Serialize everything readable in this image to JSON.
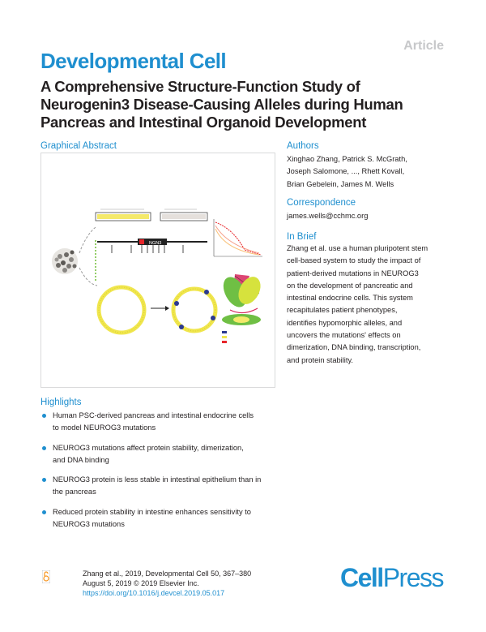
{
  "header": {
    "article_tag": "Article",
    "journal": "Developmental Cell",
    "title_lines": [
      "A Comprehensive Structure-Function Study of",
      "Neurogenin3 Disease-Causing Alleles during Human",
      "Pancreas and Intestinal Organoid Development"
    ]
  },
  "graphical_abstract": {
    "heading": "Graphical Abstract",
    "gene_label": "NGN3"
  },
  "authors": {
    "heading": "Authors",
    "lines": [
      "Xinghao Zhang, Patrick S. McGrath,",
      "Joseph Salomone, ..., Rhett Kovall,",
      "Brian Gebelein, James M. Wells"
    ]
  },
  "correspondence": {
    "heading": "Correspondence",
    "email": "james.wells@cchmc.org"
  },
  "in_brief": {
    "heading": "In Brief",
    "lines": [
      "Zhang et al. use a human pluripotent stem",
      "cell-based system to study the impact of",
      "patient-derived mutations in NEUROG3",
      "on the development of pancreatic and",
      "intestinal endocrine cells. This system",
      "recapitulates patient phenotypes,",
      "identifies hypomorphic alleles, and",
      "uncovers the mutations' effects on",
      "dimerization, DNA binding, transcription,",
      "and protein stability."
    ]
  },
  "highlights": {
    "heading": "Highlights",
    "items": [
      [
        "Human PSC-derived pancreas and intestinal endocrine cells",
        "to model NEUROG3 mutations"
      ],
      [
        "NEUROG3 mutations affect protein stability, dimerization,",
        "and DNA binding"
      ],
      [
        "NEUROG3 protein is less stable in intestinal epithelium than in",
        "the pancreas"
      ],
      [
        "Reduced protein stability in intestine enhances sensitivity to",
        "NEUROG3 mutations"
      ]
    ]
  },
  "citation": {
    "line1": "Zhang et al., 2019, Developmental Cell 50, 367–380",
    "line2": "August 5, 2019 © 2019 Elsevier Inc.",
    "doi": "https://doi.org/10.1016/j.devcel.2019.05.017"
  },
  "publisher": {
    "cell": "Cell",
    "press": "Press"
  },
  "colors": {
    "accent": "#1f8fcf",
    "text": "#231f20",
    "muted": "#c7c8ca"
  }
}
